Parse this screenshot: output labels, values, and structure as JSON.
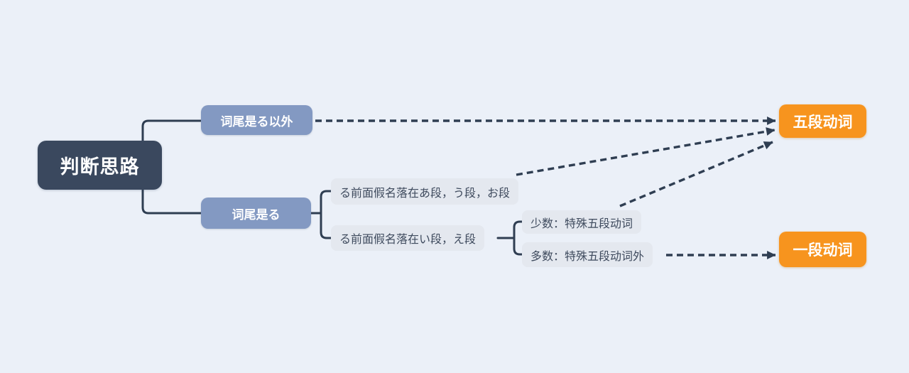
{
  "diagram": {
    "nodes": {
      "root": "判断思路",
      "branch_not_ru": "词尾是る以外",
      "branch_ru": "词尾是る",
      "kana_a_u_o": "る前面假名落在あ段，う段，お段",
      "kana_i_e": "る前面假名落在い段，え段",
      "minority": "少数：特殊五段动词",
      "majority": "多数：特殊五段动词外",
      "godan": "五段动词",
      "ichidan": "一段动词"
    },
    "edges": [
      {
        "from": "词尾是る以外",
        "to": "五段动词",
        "style": "dashed-arrow"
      },
      {
        "from": "る前面假名落在あ段，う段，お段",
        "to": "五段动词",
        "style": "dashed-arrow"
      },
      {
        "from": "少数：特殊五段动词",
        "to": "五段动词",
        "style": "dashed-arrow"
      },
      {
        "from": "多数：特殊五段动词外",
        "to": "一段动词",
        "style": "dashed-arrow"
      }
    ],
    "colors": {
      "background": "#ebf0f8",
      "root_bg": "#3a485e",
      "branch_bg": "#8399c2",
      "leaf_bg": "#e4e8ef",
      "leaf_text": "#3f4b5e",
      "result_bg": "#f7941e",
      "connector": "#2f3e52",
      "node_text": "#ffffff"
    }
  }
}
